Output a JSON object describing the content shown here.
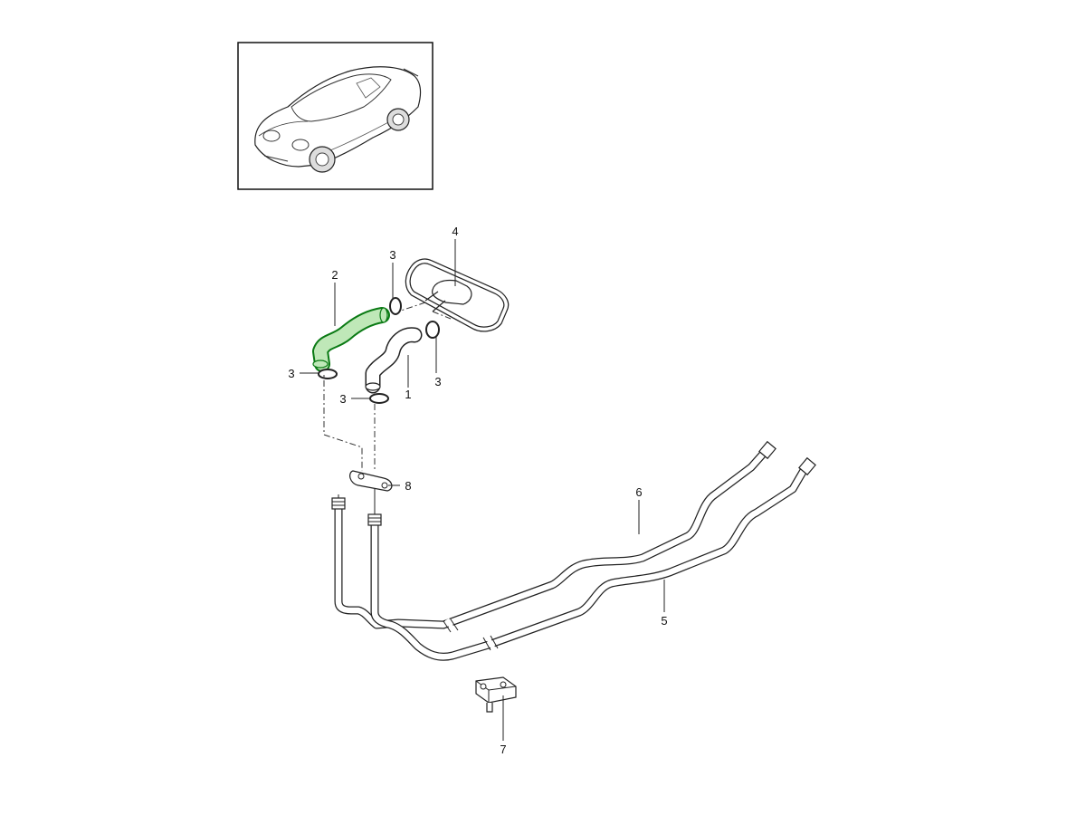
{
  "diagram": {
    "callouts": [
      {
        "id": "part-1",
        "label": "1"
      },
      {
        "id": "part-2",
        "label": "2"
      },
      {
        "id": "part-3a",
        "label": "3"
      },
      {
        "id": "part-3b",
        "label": "3"
      },
      {
        "id": "part-3c",
        "label": "3"
      },
      {
        "id": "part-3d",
        "label": "3"
      },
      {
        "id": "part-4",
        "label": "4"
      },
      {
        "id": "part-5",
        "label": "5"
      },
      {
        "id": "part-6",
        "label": "6"
      },
      {
        "id": "part-7",
        "label": "7"
      },
      {
        "id": "part-8",
        "label": "8"
      }
    ],
    "highlight_color": "#18a028",
    "icons": [
      "car-thumbnail-icon",
      "coolant-hose-icon",
      "hose-clamp-icon",
      "expansion-tank-icon",
      "coolant-pipe-icon",
      "pipe-bracket-icon",
      "pipe-holder-icon"
    ]
  }
}
